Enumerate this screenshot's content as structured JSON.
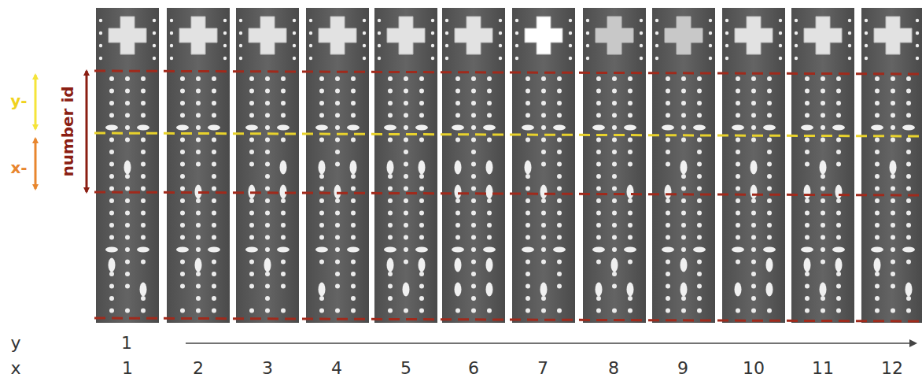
{
  "diagram": {
    "labels": [
      "y-",
      "x-",
      "number id",
      "y",
      "1",
      "x",
      "1",
      "2",
      "3",
      "4",
      "5",
      "6",
      "7",
      "8",
      "9",
      "10",
      "11",
      "12"
    ]
  }
}
